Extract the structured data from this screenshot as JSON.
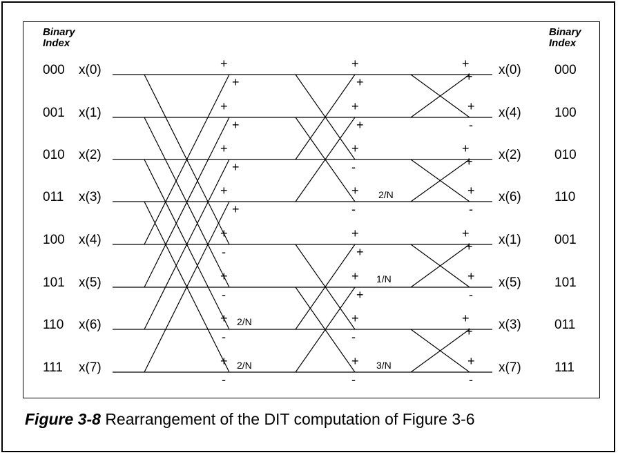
{
  "header": {
    "left": {
      "line1": "Binary",
      "line2": "Index"
    },
    "right": {
      "line1": "Binary",
      "line2": "Index"
    }
  },
  "inputs": [
    {
      "index": "000",
      "label": "x(0)"
    },
    {
      "index": "001",
      "label": "x(1)"
    },
    {
      "index": "010",
      "label": "x(2)"
    },
    {
      "index": "011",
      "label": "x(3)"
    },
    {
      "index": "100",
      "label": "x(4)"
    },
    {
      "index": "101",
      "label": "x(5)"
    },
    {
      "index": "110",
      "label": "x(6)"
    },
    {
      "index": "111",
      "label": "x(7)"
    }
  ],
  "outputs": [
    {
      "label": "x(0)",
      "index": "000"
    },
    {
      "label": "x(4)",
      "index": "100"
    },
    {
      "label": "x(2)",
      "index": "010"
    },
    {
      "label": "x(6)",
      "index": "110"
    },
    {
      "label": "x(1)",
      "index": "001"
    },
    {
      "label": "x(5)",
      "index": "101"
    },
    {
      "label": "x(3)",
      "index": "011"
    },
    {
      "label": "x(7)",
      "index": "111"
    }
  ],
  "twiddles": {
    "stage1": [
      "2/N",
      "2/N"
    ],
    "stage2": [
      "1/N",
      "3/N"
    ],
    "stage3": [
      "2/N"
    ]
  },
  "caption": {
    "figure": "Figure 3-8",
    "text": "Rearrangement of the DIT computation of Figure 3-6"
  }
}
